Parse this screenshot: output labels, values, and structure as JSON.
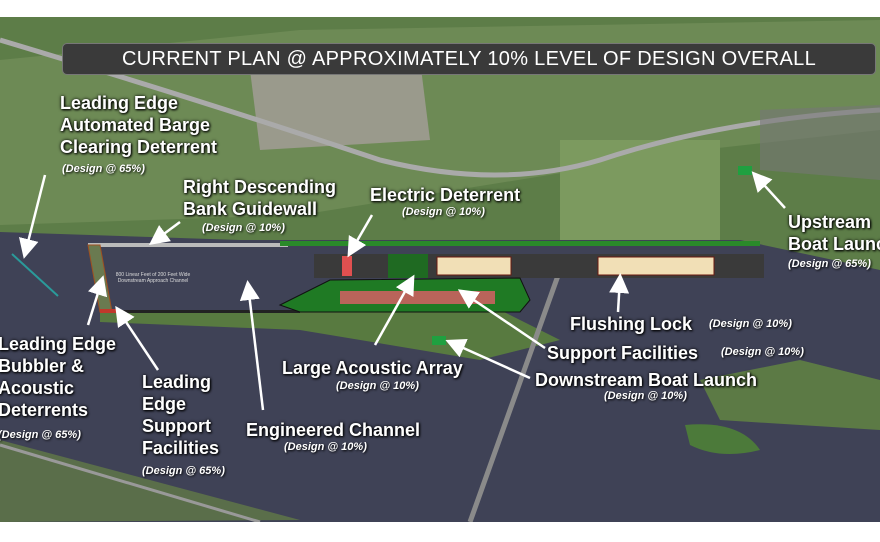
{
  "title": "CURRENT PLAN @ APPROXIMATELY 10% LEVEL OF DESIGN OVERALL",
  "channel_note": "800 Linear Feet of 200 Feet Wide Downstream Approach Channel",
  "callouts": {
    "barge": {
      "lines": [
        "Leading Edge",
        "Automated Barge",
        "Clearing Deterrent"
      ],
      "design": "(Design @ 65%)"
    },
    "guidewall": {
      "lines": [
        "Right Descending",
        "Bank Guidewall"
      ],
      "design": "(Design @ 10%)"
    },
    "electric": {
      "lines": [
        "Electric Deterrent"
      ],
      "design": "(Design @ 10%)"
    },
    "upstream": {
      "lines": [
        "Upstream",
        "Boat Launch"
      ],
      "design": "(Design @ 65%)"
    },
    "flushing": {
      "lines": [
        "Flushing Lock"
      ],
      "design": "(Design @ 10%)"
    },
    "support": {
      "lines": [
        "Support Facilities"
      ],
      "design": "(Design @ 10%)"
    },
    "downstream": {
      "lines": [
        "Downstream Boat Launch"
      ],
      "design": "(Design @ 10%)"
    },
    "acoustic": {
      "lines": [
        "Large Acoustic Array"
      ],
      "design": "(Design @ 10%)"
    },
    "channel": {
      "lines": [
        "Engineered Channel"
      ],
      "design": "(Design @ 10%)"
    },
    "bubbler": {
      "lines": [
        "Leading Edge",
        "Bubbler &",
        "Acoustic",
        "Deterrents"
      ],
      "design": "(Design @ 65%)"
    },
    "edge_support": {
      "lines": [
        "Leading",
        "Edge",
        "Support",
        "Facilities"
      ],
      "design": "(Design @ 65%)"
    }
  },
  "colors": {
    "water": "#3f4256",
    "vegetation": "#4f7a3a",
    "structure_green": "#1f7a24",
    "lock": "#3a3a3a",
    "support_fill": "#b9645a",
    "title_bg": "#3a3a3a"
  }
}
